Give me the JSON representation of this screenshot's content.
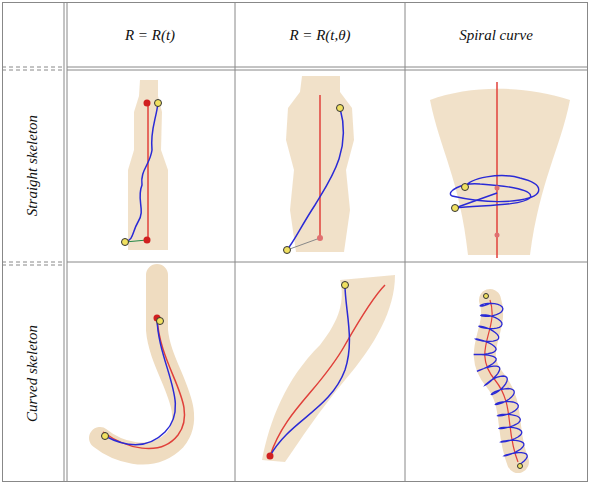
{
  "diagram": {
    "labels": [
      "R = R(t)",
      "R = R(t,θ)",
      "Spiral curve",
      "Straight skeleton",
      "Curved skeleton"
    ]
  }
}
